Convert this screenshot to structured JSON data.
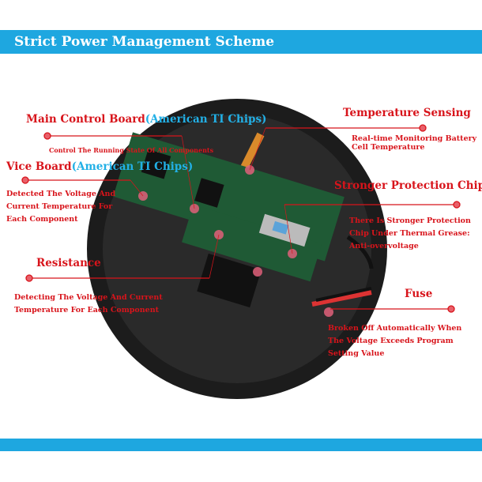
{
  "title": "Strict Power Management Scheme",
  "callouts": {
    "main_board": {
      "label": "Main Control Board",
      "chip": "(American TI Chips)",
      "desc": "Control The Running State Of All Components"
    },
    "vice_board": {
      "label": "Vice Board",
      "chip": "(American TI Chips)",
      "desc": [
        "Detected The Voltage And",
        "Current Temperature For",
        "Each Component"
      ]
    },
    "resistance": {
      "label": "Resistance",
      "desc": [
        "Detecting The Voltage And Current",
        "Temperature For Each Component"
      ]
    },
    "temperature": {
      "label": "Temperature Sensing",
      "desc": [
        "Real-time Monitoring Battery",
        "Cell Temperature"
      ]
    },
    "protection": {
      "label": "Stronger Protection Chip",
      "desc": [
        "There Is Stronger Protection",
        "Chip Under Thermal Grease:",
        "Anti-overvoltage"
      ]
    },
    "fuse": {
      "label": "Fuse",
      "desc": [
        "Broken Off Automatically When",
        "The Voltage Exceeds Program",
        "Setting Value"
      ]
    }
  },
  "colors": {
    "accent": "#1ea7e0",
    "label": "#d8141b",
    "chip": "#22b0e6"
  }
}
